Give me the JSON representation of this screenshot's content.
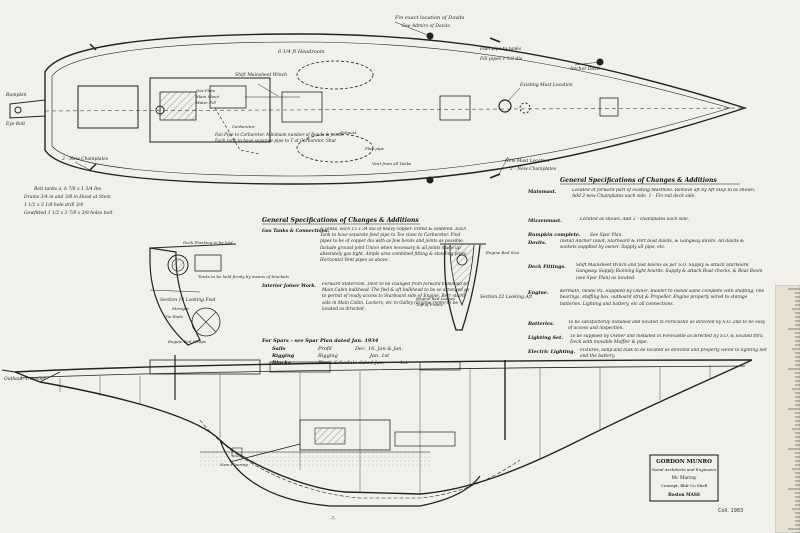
{
  "plan_view": {
    "labels": {
      "davits_location": "Fin exact location of Davits",
      "davits_sub": "See Admirs of Davits",
      "headroom": "6 1/4 ft Headroom",
      "fuel_pipe": "Fuel pipe to tanks",
      "fill_pipes": "Fill pipes 1 1/2 dia",
      "anchor_davit": "Anchor Davit",
      "winch": "Shift Mainsheet Winch",
      "existing_mast": "Existing Mast Location",
      "new_mast": "New Mast Location",
      "gas_plate": "Gas Plate",
      "main_sheet": "Main Sheet",
      "water_fill": "Water Fill",
      "carburetor": "Carburetor",
      "exhaust": "Exhaust",
      "flue_pipe": "Flue pipe",
      "pipe_to_carburetor": "Fan Pipe to Carburetor. Minimum number of Bends & joints.",
      "each_tank": "Each tank to have separate pipe to T at Carburetor, Shut",
      "vent_note": "Vent from all Tanks",
      "chainplates_stbd": "2 - New Chainplates",
      "chainplates_port": "2 - New Chainplates",
      "bumpkin": "Bumpkin",
      "eye_bolt": "Eye Bolt"
    },
    "notes_handwritten": [
      "Bolt tanks a, b 7/8 x 1 3/4 Ins",
      "Drains 3/4 in and 3/8 in Hood at Stem",
      "1 1/2 x 3 1/8 hole drill 3/4",
      "Gowfitted 1 1/2 x 3 7/8 x 3/8 holes bolt"
    ]
  },
  "spec_center": {
    "title": "General Specifications of Changes & Additions",
    "items": [
      {
        "key": "Gas Tanks & Connections.",
        "text": "A Tanks, each 15 x 34 dia of heavy copper. Fitted & soldered. Each Tank to have separate feed pipe to Tee close to Carburetor. Find pipes to be of copper dia with as few bends and joints as possible. Include ground joint Union when necessary & all joints made up absolutely gas tight. Ample area combined fitting & standing pipes. Horizontal Vent pipes as above."
      },
      {
        "key": "Interior Joiner Work.",
        "text": "Forward Stateroom. Door to be changed from forward bulkhead to Main Cabin bulkhead. The fwd & aft bulkhead to be so arranged as to permit of ready access to Starboard side of Engine. Berr star'd side in Main Cabin. Lockers, etc in Galley (Engine room) to be located as directed."
      }
    ],
    "for_spars": "For Spars - see Spar Plan dated Jan. 1934",
    "schedule": [
      {
        "item": "Sails",
        "desc": "Profil",
        "date": "Dec. 16, Jan & Jan."
      },
      {
        "item": "Rigging",
        "desc": "Rigging",
        "date": "Jan. 1st"
      },
      {
        "item": "Blocks",
        "desc": "Block Schedule dated Jan.",
        "date": "1st"
      }
    ]
  },
  "spec_right": {
    "title": "General Specifications of Changes & Additions",
    "items": [
      {
        "key": "Mainmast.",
        "text": "Located at forward part of existing Masthole. Remove aft by Aft Stop to as shown. Add 2-new Chainplates each side. 1 - Fin rail deck side."
      },
      {
        "key": "Mizzenmast.",
        "text": "Located as shown. Add 2 - chainplates each side."
      },
      {
        "key": "Bumpkin complete.",
        "text": "See Spar Plan."
      },
      {
        "key": "Davits.",
        "text": "Install Anchor Davit, Starboard & Port boat davits, & Gangway davits. All davits & sockets supplied by owner. Supply all pipe, etc."
      },
      {
        "key": "Deck Fittings.",
        "text": "Shift Mainsheet Winch and fast blocks as per S.O. Supply & attach Starboard Gangway. Supply Running light boards. Supply & attach Boat chocks, & Boat Boom (see Spar Plan) as located."
      },
      {
        "key": "Engine.",
        "text": "Kermath, model 95. Supplied by Owner. Builder to install same complete with shafting, line bearings, stuffing box, outboard strut & Propeller. Engine properly wired to storage batteries. Lighting and battery, etc all connections."
      },
      {
        "key": "Batteries.",
        "text": "To be satisfactorily installed and located in Forecastle as directed by S.O. and to be easy of access and inspection."
      },
      {
        "key": "Lighting Set.",
        "text": "To be supplied by Owner and installed in Forecastle as directed by S.O. & located thru Deck with movable Muffler & pipe."
      },
      {
        "key": "Electric Lighting.",
        "text": "Fixtures, lamp and bulk to be located as directed and properly wired to lighting Set and the battery."
      }
    ]
  },
  "sections": {
    "fwd_label": "Section 14 Looking Fwd",
    "aft_label": "Section 22 Looking Aft",
    "mid_label": "Sta 22 Looking Aft",
    "notes": [
      "Deck Planking to be laid",
      "Tanks to be held firmly by means of brackets",
      "Stringer",
      "Engine Bed Ledges",
      "Tie Rods",
      "Engine Bed Straps",
      "Top of Frame",
      "Engine Bed Size"
    ]
  },
  "profile": {
    "labels": {
      "outhaul": "Outhaul, Traveller",
      "profile_note": "New Flooring"
    }
  },
  "stamp": {
    "line1": "GORDON MUNRO",
    "line2": "Naval Architects and Engineers",
    "line3": "Mc Murray",
    "line4": "Concept, Bldr Co Shell",
    "line5": "Boston MASS"
  },
  "catalog_id": "Coll. 1983",
  "page_number": "-7-"
}
